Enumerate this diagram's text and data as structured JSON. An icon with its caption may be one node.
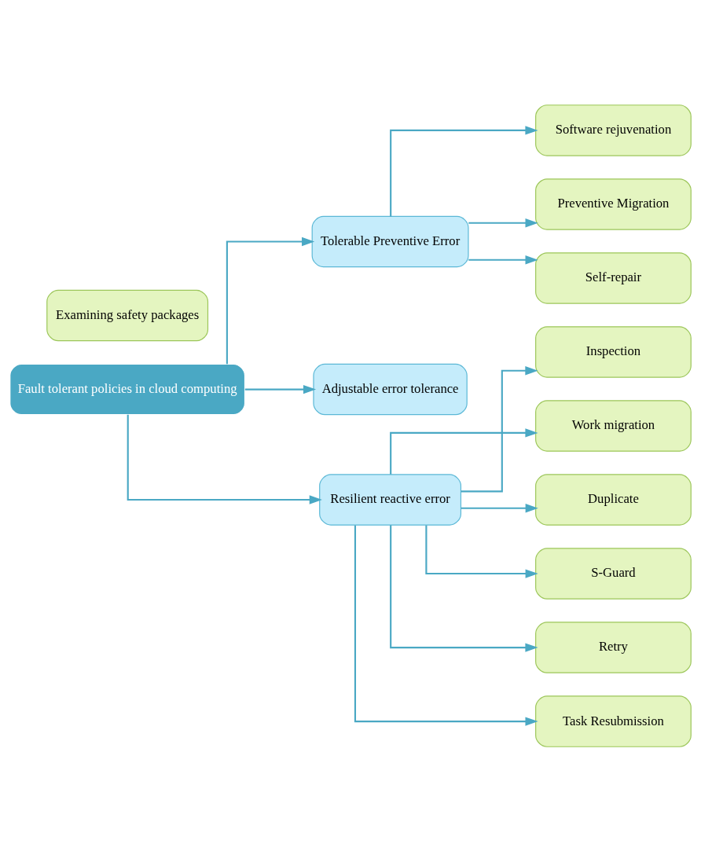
{
  "diagram": {
    "nodes": [
      {
        "text": [
          "Fault tolerant policies in cloud computing"
        ]
      },
      {
        "text": [
          "Tolerable Preventive Error"
        ]
      },
      {
        "text": [
          "Adjustable error tolerance"
        ]
      },
      {
        "text": [
          "Resilient reactive error"
        ]
      },
      {
        "text": [
          "Software rejuvenation"
        ]
      },
      {
        "text": [
          "Preventive Migration"
        ]
      },
      {
        "text": [
          "Self-repair"
        ]
      },
      {
        "text": [
          "Inspection"
        ]
      },
      {
        "text": [
          "Work migration"
        ]
      },
      {
        "text": [
          "Duplicate"
        ]
      },
      {
        "text": [
          "Examining safety packages"
        ]
      },
      {
        "text": [
          "S-Guard"
        ]
      },
      {
        "text": [
          "Retry"
        ]
      },
      {
        "text": [
          "Task Resubmission"
        ]
      }
    ],
    "edges": [
      {
        "from": 0,
        "to": 1,
        "arrow": "to"
      },
      {
        "from": 0,
        "to": 2,
        "arrow": "to"
      },
      {
        "from": 0,
        "to": 3,
        "arrow": "to"
      },
      {
        "from": 1,
        "to": 4,
        "arrow": "to"
      },
      {
        "from": 1,
        "to": 5,
        "arrow": "to"
      },
      {
        "from": 1,
        "to": 6,
        "arrow": "to"
      },
      {
        "from": 3,
        "to": 7,
        "arrow": "to"
      },
      {
        "from": 3,
        "to": 8,
        "arrow": "to"
      },
      {
        "from": 3,
        "to": 9,
        "arrow": "to"
      },
      {
        "from": 3,
        "to": 11,
        "arrow": "to"
      },
      {
        "from": 3,
        "to": 12,
        "arrow": "to"
      },
      {
        "from": 3,
        "to": 13,
        "arrow": "to"
      }
    ]
  }
}
